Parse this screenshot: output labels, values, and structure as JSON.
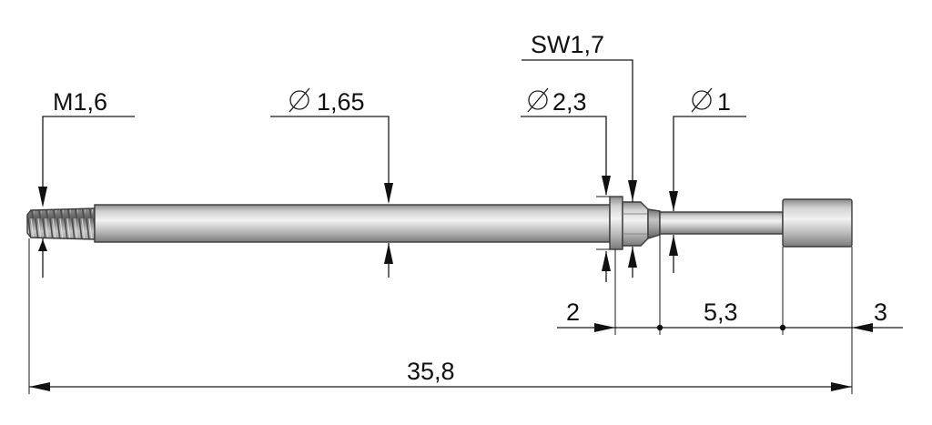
{
  "labels": {
    "thread": "M1,6",
    "shaft_diameter": "1,65",
    "collar_diameter": "2,3",
    "hex_size": "SW1,7",
    "tip_diameter": "1",
    "seg_collar": "2",
    "seg_tip": "5,3",
    "seg_head": "3",
    "overall_length": "35,8"
  },
  "colors": {
    "line": "#1a1a1a",
    "metal_light": "#e6e6e6",
    "metal_mid": "#b4b4b4",
    "metal_dark": "#6e6e6e"
  }
}
